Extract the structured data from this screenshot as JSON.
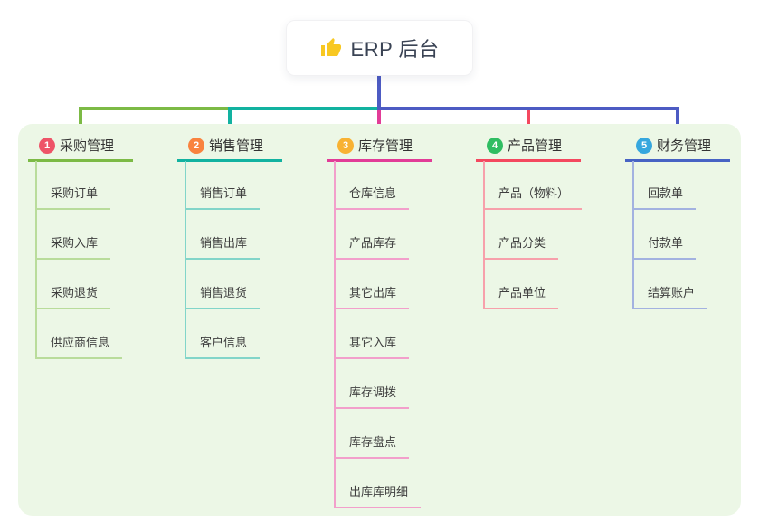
{
  "root": {
    "title": "ERP 后台",
    "icon": "thumbs-up-icon",
    "icon_color": "#f8c822"
  },
  "connector_color": "#4d5bc3",
  "panel_color": "#ecf7e6",
  "branches": [
    {
      "index": "1",
      "label": "采购管理",
      "badge_color": "#ee5468",
      "line_color": "#7cba45",
      "child_line_color": "#b9dc9b",
      "children": [
        "采购订单",
        "采购入库",
        "采购退货",
        "供应商信息"
      ]
    },
    {
      "index": "2",
      "label": "销售管理",
      "badge_color": "#f9833e",
      "line_color": "#12b2a0",
      "child_line_color": "#82d5c9",
      "children": [
        "销售订单",
        "销售出库",
        "销售退货",
        "客户信息"
      ]
    },
    {
      "index": "3",
      "label": "库存管理",
      "badge_color": "#f8b233",
      "line_color": "#e23c97",
      "child_line_color": "#f29fcb",
      "children": [
        "仓库信息",
        "产品库存",
        "其它出库",
        "其它入库",
        "库存调拨",
        "库存盘点",
        "出库库明细"
      ]
    },
    {
      "index": "4",
      "label": "产品管理",
      "badge_color": "#2fbd62",
      "line_color": "#f4485f",
      "child_line_color": "#f7a0ab",
      "children": [
        "产品（物料）",
        "产品分类",
        "产品单位"
      ]
    },
    {
      "index": "5",
      "label": "财务管理",
      "badge_color": "#36a7de",
      "line_color": "#4763c4",
      "child_line_color": "#a3b2e0",
      "children": [
        "回款单",
        "付款单",
        "结算账户"
      ]
    }
  ]
}
